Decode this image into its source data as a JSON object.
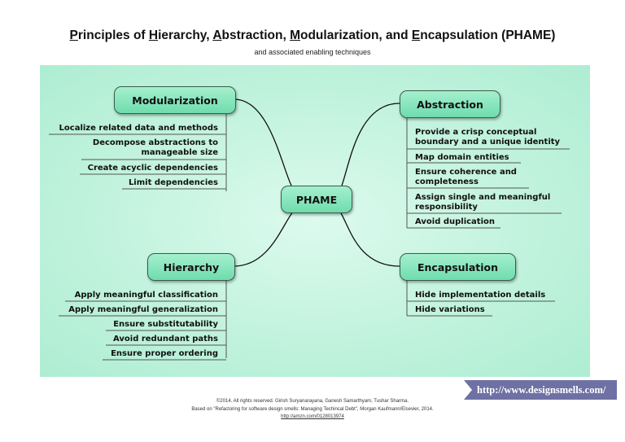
{
  "title": {
    "parts": [
      {
        "u": "P",
        "t": "rinciples of "
      },
      {
        "u": "H",
        "t": "ierarchy, "
      },
      {
        "u": "A",
        "t": "bstraction, "
      },
      {
        "u": "M",
        "t": "odularization, and "
      },
      {
        "u": "E",
        "t": "ncapsulation (PHAME)"
      }
    ]
  },
  "subtitle": "and associated enabling techniques",
  "center": "PHAME",
  "modularization": {
    "label": "Modularization",
    "items": [
      "Localize related data and methods",
      "Decompose abstractions to manageable size",
      "Create acyclic dependencies",
      "Limit dependencies"
    ]
  },
  "abstraction": {
    "label": "Abstraction",
    "items": [
      "Provide a crisp conceptual boundary and a unique identity",
      "Map domain entities",
      "Ensure coherence and completeness",
      "Assign single and meaningful responsibility",
      "Avoid duplication"
    ]
  },
  "hierarchy": {
    "label": "Hierarchy",
    "items": [
      "Apply meaningful classification",
      "Apply meaningful generalization",
      "Ensure substitutability",
      "Avoid redundant paths",
      "Ensure proper ordering"
    ]
  },
  "encapsulation": {
    "label": "Encapsulation",
    "items": [
      "Hide implementation details",
      "Hide variations"
    ]
  },
  "url_banner": "http://www.designsmells.com/",
  "footer": {
    "line1": "©2014. All rights reserved. Girish Suryanarayana, Ganesh Samarthyam, Tushar Sharma.",
    "line2": "Based on \"Refactoring for software design smells: Managing Techincal Debt\", Morgan Kaufmann/Elsevier, 2014.",
    "link": "http://amzn.com/0128013974"
  }
}
